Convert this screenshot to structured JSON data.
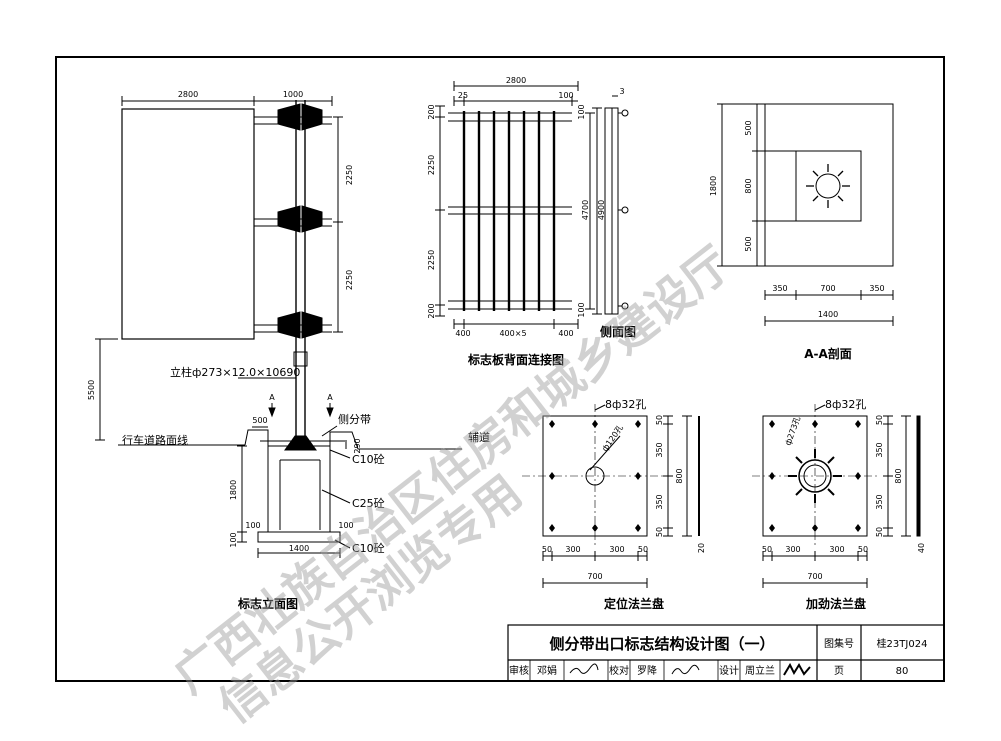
{
  "elevation": {
    "dim_width": "2800",
    "dim_arm": "1000",
    "dim_span_upper": "2250",
    "dim_span_lower": "2250",
    "dim_clearance": "5500",
    "post_label": "立柱ф273×12.0×10690",
    "section_mark": "A",
    "road_surface": "行车道路面线",
    "median_label": "侧分带",
    "aux_road": "辅道",
    "dim_500": "500",
    "dim_290": "290",
    "dim_1800": "1800",
    "dim_100_left": "100",
    "dim_100_right": "100",
    "dim_100_base": "100",
    "dim_1400": "1400",
    "conc_c10_top": "C10砼",
    "conc_c25": "C25砼",
    "conc_c10_bottom": "C10砼",
    "caption": "标志立面图"
  },
  "back_view": {
    "dim_width": "2800",
    "dim_25": "25",
    "dim_100": "100",
    "dim_200_top": "200",
    "dim_2250_upper": "2250",
    "dim_2250_lower": "2250",
    "dim_200_bottom": "200",
    "dim_400_left": "400",
    "dim_spacing": "400×5",
    "dim_400_right": "400",
    "caption": "标志板背面连接图"
  },
  "side_view": {
    "dim_3": "3",
    "dim_100_top": "100",
    "dim_4700": "4700",
    "dim_4900": "4900",
    "dim_100_bottom": "100",
    "caption": "侧面图"
  },
  "section_aa": {
    "dim_500_top": "500",
    "dim_800": "800",
    "dim_500_bottom": "500",
    "dim_1800": "1800",
    "dim_350_left": "350",
    "dim_700": "700",
    "dim_350_right": "350",
    "dim_1400": "1400",
    "caption": "A-A剖面"
  },
  "flange_locating": {
    "hole_label": "8ф32孔",
    "center_hole_label": "ф120孔",
    "dim_50_top": "50",
    "dim_350_top": "350",
    "dim_350_bottom": "350",
    "dim_50_bottom": "50",
    "dim_800": "800",
    "dim_20": "20",
    "dim_50_left": "50",
    "dim_300_left": "300",
    "dim_300_right": "300",
    "dim_50_right": "50",
    "dim_700": "700",
    "caption": "定位法兰盘"
  },
  "flange_stiffened": {
    "hole_label": "8ф32孔",
    "center_hole_label": "ф273孔",
    "dim_50_top": "50",
    "dim_350_top": "350",
    "dim_350_bottom": "350",
    "dim_50_bottom": "50",
    "dim_800": "800",
    "dim_40": "40",
    "dim_50_left": "50",
    "dim_300_left": "300",
    "dim_300_right": "300",
    "dim_50_right": "50",
    "dim_700": "700",
    "caption": "加劲法兰盘"
  },
  "title_block": {
    "title": "侧分带出口标志结构设计图（一）",
    "atlas_label": "图集号",
    "atlas_no": "桂23TJ024",
    "review_label": "审核",
    "reviewer": "邓娟",
    "check_label": "校对",
    "checker": "罗降",
    "design_label": "设计",
    "designer": "周立兰",
    "page_label": "页",
    "page_no": "80"
  },
  "watermark": {
    "line1": "广西壮族自治区住房和城乡建设厅",
    "line2": "信息公开浏览专用"
  }
}
